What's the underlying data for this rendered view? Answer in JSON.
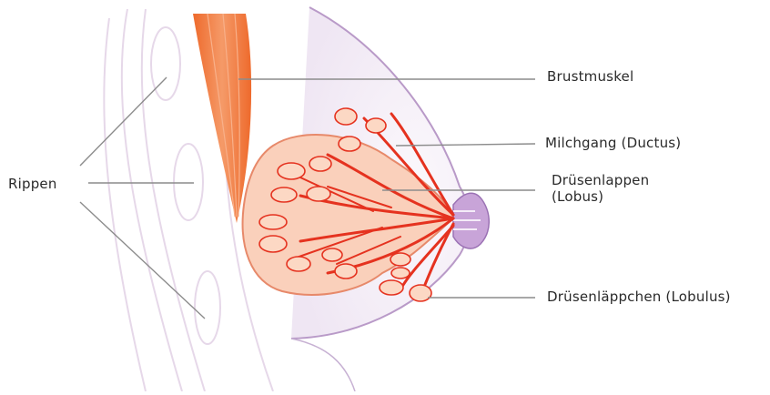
{
  "labels": {
    "brustmuskel": "Brustmuskel",
    "milchgang": "Milchgang (Ductus)",
    "druesenlappen": "Drüsenlappen (Lobus)",
    "rippen": "Rippen",
    "druesenlaeppchen": "Drüsenläppchen (Lobulus)"
  },
  "colors": {
    "skin_outline": "#b99ac8",
    "skin_fill": "#f6f1f8",
    "nipple": "#b08ac6",
    "muscle": "#f07a40",
    "lobe_fill": "#fad0bb",
    "lobe_stroke": "#e7896a",
    "duct": "#e5321f",
    "rib_line": "#e6d8e9",
    "leader": "#8c8c8c"
  }
}
